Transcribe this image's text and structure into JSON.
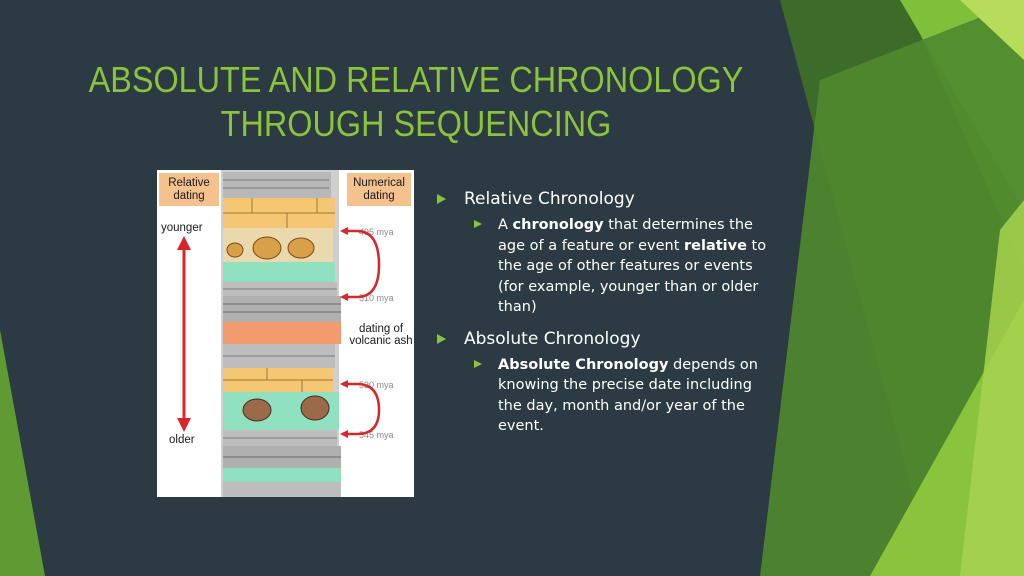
{
  "slide": {
    "title_line1": "ABSOLUTE AND RELATIVE CHRONOLOGY",
    "title_line2": "THROUGH SEQUENCING"
  },
  "figure": {
    "relative_dating": [
      "Relative",
      "dating"
    ],
    "numerical_dating": [
      "Numerical",
      "dating"
    ],
    "younger": "younger",
    "older": "older",
    "dates": [
      "495 mya",
      "510 mya",
      "520 mya",
      "545 mya"
    ],
    "volcanic_label": [
      "dating of",
      "volcanic ash"
    ]
  },
  "bullets": {
    "relative_heading": "Relative Chronology",
    "relative_body": {
      "pre": "A ",
      "bold1": "chronology",
      "mid": " that determines the age of a feature or event ",
      "bold2": "relative",
      "post": " to the age of other features or events (for example, younger than or older than)"
    },
    "absolute_heading": "Absolute Chronology",
    "absolute_body": {
      "bold1": "Absolute Chronology",
      "post": " depends on knowing the precise date including the day, month and/or year of the event."
    }
  },
  "colors": {
    "background": "#2c3a43",
    "accent_green": "#8bc33d"
  }
}
